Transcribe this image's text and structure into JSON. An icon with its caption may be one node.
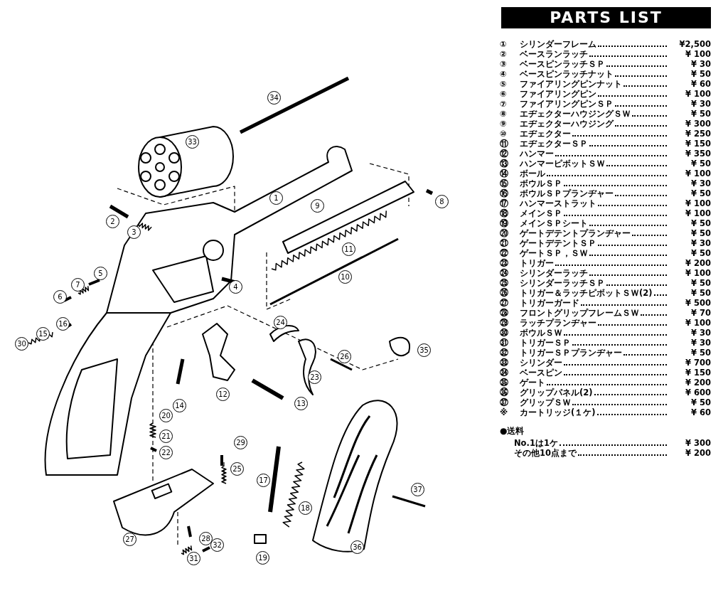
{
  "diagram": {
    "title": "PARTS LIST",
    "labels": [
      "34",
      "33",
      "1",
      "9",
      "8",
      "2",
      "3",
      "11",
      "5",
      "7",
      "4",
      "10",
      "6",
      "16",
      "24",
      "15",
      "30",
      "26",
      "35",
      "23",
      "12",
      "14",
      "13",
      "20",
      "21",
      "22",
      "29",
      "25",
      "17",
      "18",
      "37",
      "36",
      "27",
      "28",
      "32",
      "31",
      "19",
      "①",
      "シリンダーフレーム",
      "¥2,500",
      "②",
      "ベースランラッチ",
      "¥ 100",
      "③",
      "ベースピンラッチＳＰ",
      "¥ 30",
      "④",
      "ベースピンラッチナット",
      "¥ 50",
      "⑤",
      "ファイアリングピンナット",
      "¥ 60",
      "⑥",
      "ファイアリングピン",
      "¥ 100",
      "⑦",
      "ファイアリングピンＳＰ",
      "¥ 30",
      "⑧",
      "エヂェクターハウジングＳＷ",
      "¥ 50",
      "⑨",
      "エヂェクターハウジング",
      "¥ 300",
      "⑩",
      "エヂェクター",
      "¥ 250",
      "⑪",
      "エヂェクターＳＰ",
      "¥ 150",
      "⑫",
      "ハンマー",
      "¥ 350",
      "⑬",
      "ハンマーピボットＳＷ",
      "¥ 50",
      "⑭",
      "ボール",
      "¥ 100",
      "⑮",
      "ボウルＳＰ",
      "¥ 30",
      "⑯",
      "ボウルＳＰプランヂャー",
      "¥ 50",
      "⑰",
      "ハンマーストラット",
      "¥ 100",
      "⑱",
      "メインＳＰ",
      "¥ 100",
      "⑲",
      "メインＳＰシート",
      "¥ 50",
      "⑳",
      "ゲートデテントプランヂャー",
      "¥ 50",
      "㉑",
      "ゲートデテントＳＰ",
      "¥ 30",
      "㉒",
      "ゲートＳＰ，ＳＷ",
      "¥ 50",
      "㉓",
      "トリガー",
      "¥ 200",
      "㉔",
      "シリンダーラッチ",
      "¥ 100",
      "㉕",
      "シリンダーラッチＳＰ",
      "¥ 50",
      "㉖",
      "トリガー＆ラッチピボットＳＷ(2)",
      "¥ 50",
      "㉗",
      "トリガーガード",
      "¥ 500",
      "㉘",
      "フロントグリップフレームＳＷ",
      "¥ 70",
      "㉙",
      "ラッチプランヂャー",
      "¥ 100",
      "㉚",
      "ボウルＳＷ",
      "¥ 30",
      "㉛",
      "トリガーＳＰ",
      "¥ 30",
      "㉜",
      "トリガーＳＰプランヂャー",
      "¥ 50",
      "㉝",
      "シリンダー",
      "¥ 700",
      "㉞",
      "ベースピン",
      "¥ 150",
      "㉟",
      "ゲート",
      "¥ 200",
      "㊱",
      "グリップパネル(2)",
      "¥ 600",
      "㊲",
      "グリップＳＷ",
      "¥ 50",
      "※",
      "カートリッジ(１ケ)",
      "¥ 60",
      "●送料",
      "No.1は1ケ",
      "¥ 300",
      "その他10点まで",
      "¥ 200"
    ]
  }
}
